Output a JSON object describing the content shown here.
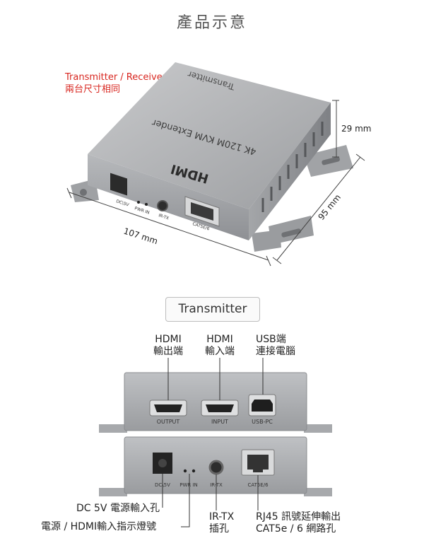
{
  "header": {
    "title": "產品示意"
  },
  "top_image": {
    "note_line1": "Transmitter / Receiver",
    "note_line2": "兩台尺寸相同",
    "dim_height": "29 mm",
    "dim_depth": "95 mm",
    "dim_width": "107 mm",
    "case_text_top": "Transmitter",
    "case_text_product": "4K 120M KVM Extender",
    "case_logo": "HDMI",
    "port_dc": "DC\\5V",
    "port_pwr": "PWR IN",
    "port_ir": "IR-TX",
    "port_cat": "CAT5E/6"
  },
  "section": {
    "label": "Transmitter"
  },
  "callouts": {
    "hdmi_out_line1": "HDMI",
    "hdmi_out_line2": "輸出端",
    "hdmi_in_line1": "HDMI",
    "hdmi_in_line2": "輸入端",
    "usb_line1": "USB端",
    "usb_line2": "連接電腦",
    "dc": "DC 5V 電源輸入孔",
    "led": "電源 / HDMI輸入指示燈號",
    "ir_line1": "IR-TX",
    "ir_line2": "插孔",
    "rj45_line1": "RJ45 訊號延伸輸出",
    "rj45_line2": "CAT5e / 6 網路孔"
  },
  "front_panel": {
    "output": "OUTPUT",
    "input": "INPUT",
    "usb": "USB-PC"
  },
  "back_panel": {
    "dc": "DC\\5V",
    "pwr": "PWR IN",
    "ir": "IR-TX",
    "cat": "CAT5E/6"
  }
}
